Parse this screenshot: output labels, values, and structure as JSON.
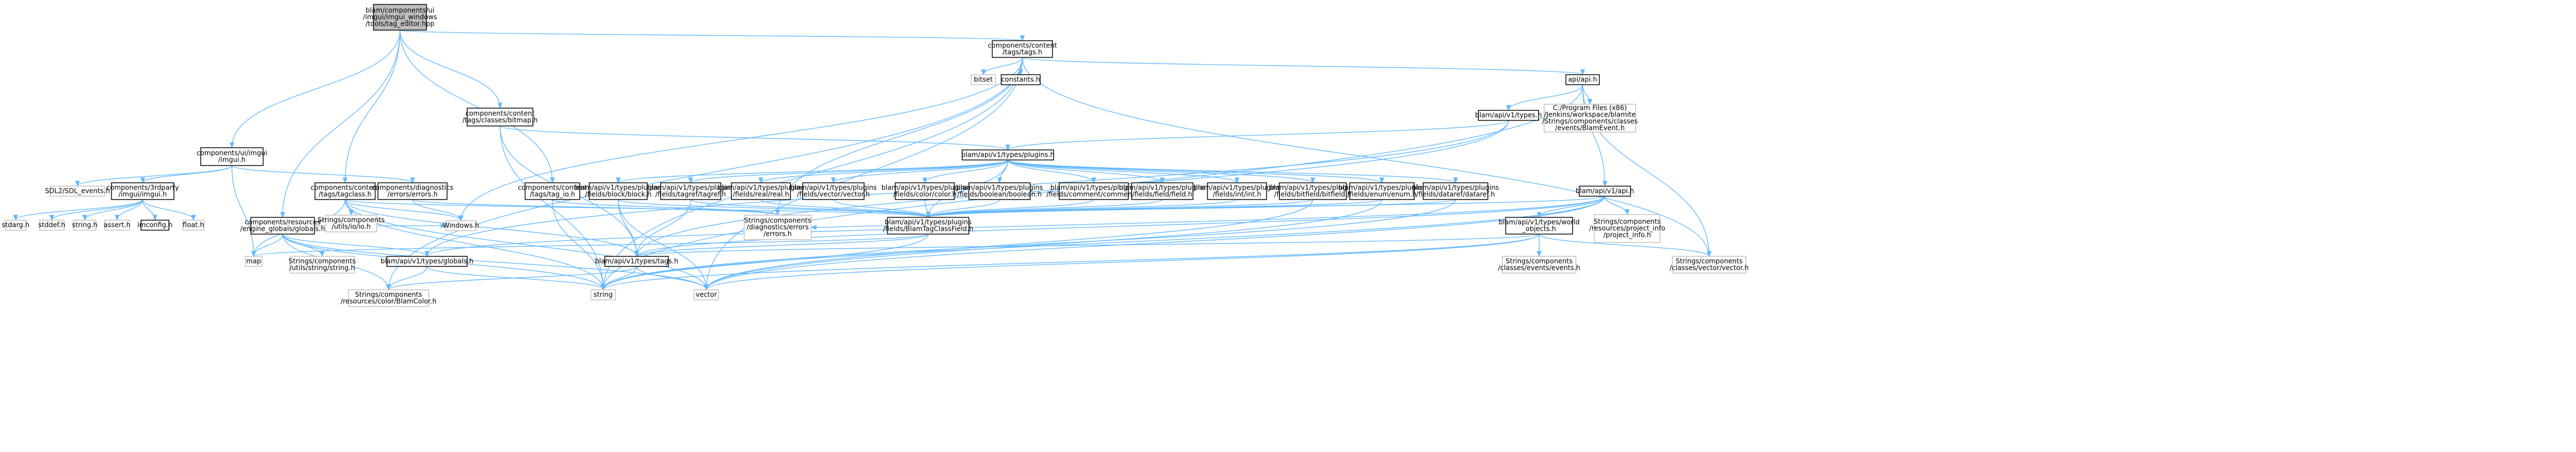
{
  "diagram": {
    "colors": {
      "edge": "#63b8ff",
      "root_fill": "#bfbfbf",
      "root_stroke": "#000000",
      "node_fill": "#ffffff",
      "node_stroke": "#000000",
      "external_stroke": "#bfbfbf",
      "text": "#000000"
    },
    "nodes": [
      {
        "id": "root",
        "lines": [
          "blam/components/ui",
          "/imgui/imgui_windows",
          "/tools/tag_editor.hpp"
        ],
        "kind": "root"
      },
      {
        "id": "tags_h",
        "lines": [
          "components/content",
          "/tags/tags.h"
        ],
        "kind": "internal"
      },
      {
        "id": "bitset",
        "lines": [
          "bitset"
        ],
        "kind": "external"
      },
      {
        "id": "constants_h",
        "lines": [
          "constants.h"
        ],
        "kind": "internal"
      },
      {
        "id": "api_h",
        "lines": [
          "api/api.h"
        ],
        "kind": "internal"
      },
      {
        "id": "bitmap_h",
        "lines": [
          "components/content",
          "/tags/classes/bitmap.h"
        ],
        "kind": "internal"
      },
      {
        "id": "plugins_h",
        "lines": [
          "blam/api/v1/types/plugins.h"
        ],
        "kind": "internal"
      },
      {
        "id": "types_h",
        "lines": [
          "blam/api/v1/types.h"
        ],
        "kind": "internal"
      },
      {
        "id": "blamevent_h",
        "lines": [
          "C:/Program Files (x86)",
          "/Jenkins/workspace/blamite",
          "/Strings/components/classes",
          "/events/BlamEvent.h"
        ],
        "kind": "external"
      },
      {
        "id": "imgui_h",
        "lines": [
          "components/ui/imgui",
          "/imgui.h"
        ],
        "kind": "internal"
      },
      {
        "id": "sdl_events",
        "lines": [
          "SDL2/SDL_events.h"
        ],
        "kind": "external"
      },
      {
        "id": "imgui_3rd",
        "lines": [
          "components/3rdparty",
          "/imgui/imgui.h"
        ],
        "kind": "internal"
      },
      {
        "id": "stdarg",
        "lines": [
          "stdarg.h"
        ],
        "kind": "external"
      },
      {
        "id": "stddef",
        "lines": [
          "stddef.h"
        ],
        "kind": "external"
      },
      {
        "id": "string_h",
        "lines": [
          "string.h"
        ],
        "kind": "external"
      },
      {
        "id": "assert_h",
        "lines": [
          "assert.h"
        ],
        "kind": "external"
      },
      {
        "id": "imconfig",
        "lines": [
          "imconfig.h"
        ],
        "kind": "internal"
      },
      {
        "id": "float_h",
        "lines": [
          "float.h"
        ],
        "kind": "external"
      },
      {
        "id": "tagclass",
        "lines": [
          "components/content",
          "/tags/tagclass.h"
        ],
        "kind": "internal"
      },
      {
        "id": "utils_io",
        "lines": [
          "Strings/components",
          "/utils/io/io.h"
        ],
        "kind": "external"
      },
      {
        "id": "diag_errors",
        "lines": [
          "components/diagnostics",
          "/errors/errors.h"
        ],
        "kind": "internal"
      },
      {
        "id": "windows_h",
        "lines": [
          "Windows.h"
        ],
        "kind": "external"
      },
      {
        "id": "tag_io",
        "lines": [
          "components/content",
          "/tags/tag_io.h"
        ],
        "kind": "internal"
      },
      {
        "id": "res_globals",
        "lines": [
          "components/resources",
          "/engine_globals/globals.h"
        ],
        "kind": "internal"
      },
      {
        "id": "map_h",
        "lines": [
          "map"
        ],
        "kind": "external"
      },
      {
        "id": "utils_string",
        "lines": [
          "Strings/components",
          "/utils/string/string.h"
        ],
        "kind": "external"
      },
      {
        "id": "globals_h",
        "lines": [
          "blam/api/v1/types/globals.h"
        ],
        "kind": "internal"
      },
      {
        "id": "blamcolor",
        "lines": [
          "Strings/components",
          "/resources/color/BlamColor.h"
        ],
        "kind": "external"
      },
      {
        "id": "string_std",
        "lines": [
          "string"
        ],
        "kind": "external"
      },
      {
        "id": "vector_std",
        "lines": [
          "vector"
        ],
        "kind": "external"
      },
      {
        "id": "diag_errors2",
        "lines": [
          "Strings/components",
          "/diagnostics/errors",
          "/errors.h"
        ],
        "kind": "external"
      },
      {
        "id": "f_block",
        "lines": [
          "blam/api/v1/types/plugins",
          "/fields/block/block.h"
        ],
        "kind": "internal"
      },
      {
        "id": "f_tagref",
        "lines": [
          "blam/api/v1/types/plugins",
          "/fields/tagref/tagref.h"
        ],
        "kind": "internal"
      },
      {
        "id": "f_real",
        "lines": [
          "blam/api/v1/types/plugins",
          "/fields/real/real.h"
        ],
        "kind": "internal"
      },
      {
        "id": "f_vector",
        "lines": [
          "blam/api/v1/types/plugins",
          "/fields/vector/vector.h"
        ],
        "kind": "internal"
      },
      {
        "id": "f_color",
        "lines": [
          "blam/api/v1/types/plugins",
          "/fields/color/color.h"
        ],
        "kind": "internal"
      },
      {
        "id": "f_boolean",
        "lines": [
          "blam/api/v1/types/plugins",
          "/fields/boolean/boolean.h"
        ],
        "kind": "internal"
      },
      {
        "id": "f_comment",
        "lines": [
          "blam/api/v1/types/plugins",
          "/fields/comment/comment.h"
        ],
        "kind": "internal"
      },
      {
        "id": "f_field",
        "lines": [
          "blam/api/v1/types/plugins",
          "/fields/field/field.h"
        ],
        "kind": "internal"
      },
      {
        "id": "f_int",
        "lines": [
          "blam/api/v1/types/plugins",
          "/fields/int/int.h"
        ],
        "kind": "internal"
      },
      {
        "id": "f_bitfield",
        "lines": [
          "blam/api/v1/types/plugins",
          "/fields/bitfield/bitfield.h"
        ],
        "kind": "internal"
      },
      {
        "id": "f_enum",
        "lines": [
          "blam/api/v1/types/plugins",
          "/fields/enum/enum.h"
        ],
        "kind": "internal"
      },
      {
        "id": "f_dataref",
        "lines": [
          "blam/api/v1/types/plugins",
          "/fields/dataref/dataref.h"
        ],
        "kind": "internal"
      },
      {
        "id": "tagclassfield",
        "lines": [
          "blam/api/v1/types/plugins",
          "/fields/BlamTagClassField.h"
        ],
        "kind": "internal"
      },
      {
        "id": "types_tags",
        "lines": [
          "blam/api/v1/types/tags.h"
        ],
        "kind": "internal"
      },
      {
        "id": "api_v1_api",
        "lines": [
          "blam/api/v1/api.h"
        ],
        "kind": "internal"
      },
      {
        "id": "projectinfo",
        "lines": [
          "Strings/components",
          "/resources/project_info",
          "/project_info.h"
        ],
        "kind": "external"
      },
      {
        "id": "world_objects",
        "lines": [
          "blam/api/v1/types/world",
          "_objects.h"
        ],
        "kind": "internal"
      },
      {
        "id": "events_h",
        "lines": [
          "Strings/components",
          "/classes/events/events.h"
        ],
        "kind": "external"
      },
      {
        "id": "vectorvector",
        "lines": [
          "Strings/components",
          "/classes/vector/vector.h"
        ],
        "kind": "external"
      }
    ],
    "edges": [
      [
        "root",
        "imgui_h"
      ],
      [
        "root",
        "tagclass"
      ],
      [
        "root",
        "res_globals"
      ],
      [
        "root",
        "bitmap_h"
      ],
      [
        "root",
        "tag_io"
      ],
      [
        "root",
        "tags_h"
      ],
      [
        "tags_h",
        "bitset"
      ],
      [
        "tags_h",
        "constants_h"
      ],
      [
        "tags_h",
        "api_h"
      ],
      [
        "tags_h",
        "windows_h"
      ],
      [
        "tags_h",
        "blamcolor"
      ],
      [
        "tags_h",
        "string_std"
      ],
      [
        "tags_h",
        "diag_errors2"
      ],
      [
        "tags_h",
        "vectorvector"
      ],
      [
        "tags_h",
        "vector_std"
      ],
      [
        "api_h",
        "types_h"
      ],
      [
        "api_h",
        "blamevent_h"
      ],
      [
        "api_h",
        "api_v1_api"
      ],
      [
        "api_h",
        "string_std"
      ],
      [
        "api_h",
        "vectorvector"
      ],
      [
        "types_h",
        "plugins_h"
      ],
      [
        "types_h",
        "types_tags"
      ],
      [
        "types_h",
        "globals_h"
      ],
      [
        "bitmap_h",
        "plugins_h"
      ],
      [
        "bitmap_h",
        "types_tags"
      ],
      [
        "bitmap_h",
        "string_std"
      ],
      [
        "imgui_h",
        "sdl_events"
      ],
      [
        "imgui_h",
        "imgui_3rd"
      ],
      [
        "imgui_h",
        "diag_errors"
      ],
      [
        "imgui_h",
        "map_h"
      ],
      [
        "imgui_3rd",
        "stdarg"
      ],
      [
        "imgui_3rd",
        "stddef"
      ],
      [
        "imgui_3rd",
        "string_h"
      ],
      [
        "imgui_3rd",
        "assert_h"
      ],
      [
        "imgui_3rd",
        "imconfig"
      ],
      [
        "imgui_3rd",
        "float_h"
      ],
      [
        "tagclass",
        "utils_io"
      ],
      [
        "tagclass",
        "windows_h"
      ],
      [
        "tagclass",
        "map_h"
      ],
      [
        "tagclass",
        "string_std"
      ],
      [
        "tagclass",
        "vector_std"
      ],
      [
        "tagclass",
        "tagclassfield"
      ],
      [
        "tagclass",
        "types_tags"
      ],
      [
        "diag_errors",
        "windows_h"
      ],
      [
        "diag_errors",
        "diag_errors2"
      ],
      [
        "tag_io",
        "string_std"
      ],
      [
        "tag_io",
        "diag_errors2"
      ],
      [
        "res_globals",
        "map_h"
      ],
      [
        "res_globals",
        "utils_string"
      ],
      [
        "res_globals",
        "globals_h"
      ],
      [
        "res_globals",
        "blamcolor"
      ],
      [
        "res_globals",
        "string_std"
      ],
      [
        "res_globals",
        "vector_std"
      ],
      [
        "res_globals",
        "windows_h"
      ],
      [
        "globals_h",
        "blamcolor"
      ],
      [
        "globals_h",
        "string_std"
      ],
      [
        "plugins_h",
        "f_block"
      ],
      [
        "plugins_h",
        "f_tagref"
      ],
      [
        "plugins_h",
        "f_real"
      ],
      [
        "plugins_h",
        "f_vector"
      ],
      [
        "plugins_h",
        "f_color"
      ],
      [
        "plugins_h",
        "f_boolean"
      ],
      [
        "plugins_h",
        "f_comment"
      ],
      [
        "plugins_h",
        "f_field"
      ],
      [
        "plugins_h",
        "f_int"
      ],
      [
        "plugins_h",
        "f_bitfield"
      ],
      [
        "plugins_h",
        "f_enum"
      ],
      [
        "plugins_h",
        "f_dataref"
      ],
      [
        "plugins_h",
        "tagclassfield"
      ],
      [
        "f_block",
        "tagclassfield"
      ],
      [
        "f_block",
        "types_tags"
      ],
      [
        "f_block",
        "vector_std"
      ],
      [
        "f_tagref",
        "tagclassfield"
      ],
      [
        "f_tagref",
        "types_tags"
      ],
      [
        "f_real",
        "tagclassfield"
      ],
      [
        "f_vector",
        "tagclassfield"
      ],
      [
        "f_color",
        "tagclassfield"
      ],
      [
        "f_boolean",
        "tagclassfield"
      ],
      [
        "f_comment",
        "tagclassfield"
      ],
      [
        "f_field",
        "tagclassfield"
      ],
      [
        "f_int",
        "tagclassfield"
      ],
      [
        "f_bitfield",
        "tagclassfield"
      ],
      [
        "f_bitfield",
        "vector_std"
      ],
      [
        "f_enum",
        "tagclassfield"
      ],
      [
        "f_enum",
        "vector_std"
      ],
      [
        "f_dataref",
        "tagclassfield"
      ],
      [
        "f_dataref",
        "string_std"
      ],
      [
        "tagclassfield",
        "types_tags"
      ],
      [
        "tagclassfield",
        "diag_errors2"
      ],
      [
        "tagclassfield",
        "string_std"
      ],
      [
        "tagclassfield",
        "map_h"
      ],
      [
        "types_tags",
        "string_std"
      ],
      [
        "types_tags",
        "blamcolor"
      ],
      [
        "types_tags",
        "vector_std"
      ],
      [
        "api_v1_api",
        "projectinfo"
      ],
      [
        "api_v1_api",
        "world_objects"
      ],
      [
        "api_v1_api",
        "tagclassfield"
      ],
      [
        "api_v1_api",
        "types_tags"
      ],
      [
        "api_v1_api",
        "globals_h"
      ],
      [
        "api_v1_api",
        "string_std"
      ],
      [
        "api_v1_api",
        "vector_std"
      ],
      [
        "world_objects",
        "events_h"
      ],
      [
        "world_objects",
        "vectorvector"
      ],
      [
        "world_objects",
        "string_std"
      ],
      [
        "world_objects",
        "vector_std"
      ],
      [
        "world_objects",
        "types_tags"
      ]
    ]
  }
}
